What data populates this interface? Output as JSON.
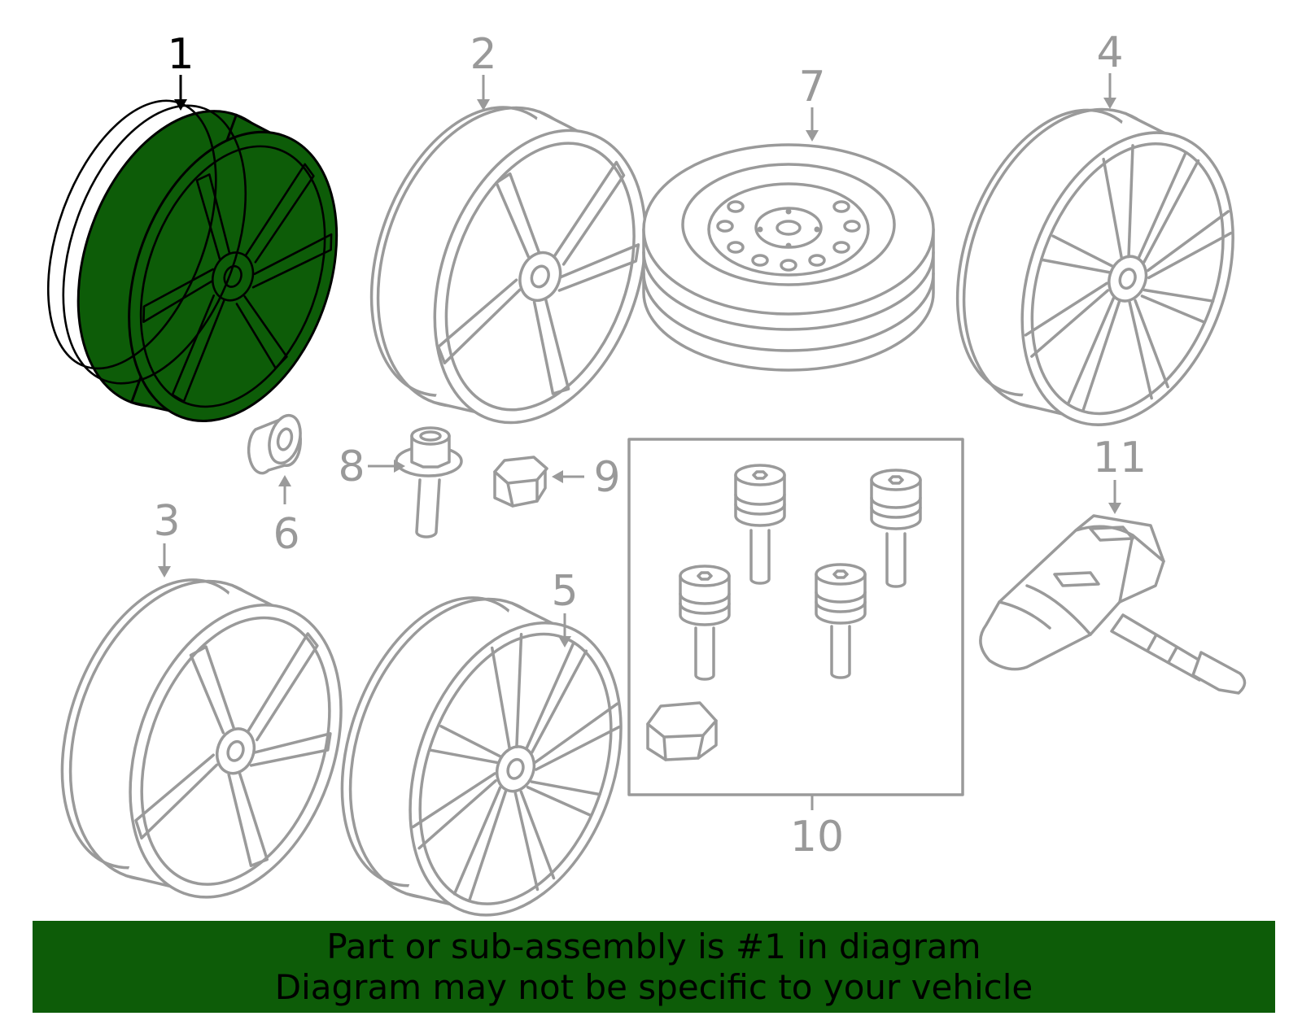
{
  "colors": {
    "highlight_fill": "#0d5c08",
    "line_gray": "#9a9a9a",
    "label_gray": "#999999",
    "banner_bg": "#0d5c08",
    "box_bg": "#f7f7f7"
  },
  "callouts": {
    "c1": "1",
    "c2": "2",
    "c3": "3",
    "c4": "4",
    "c5": "5",
    "c6": "6",
    "c7": "7",
    "c8": "8",
    "c9": "9",
    "c10": "10",
    "c11": "11"
  },
  "highlighted_part": "1",
  "banner": {
    "line1": "Part or sub-assembly is #1 in diagram",
    "line2": "Diagram may not be specific to your vehicle"
  }
}
